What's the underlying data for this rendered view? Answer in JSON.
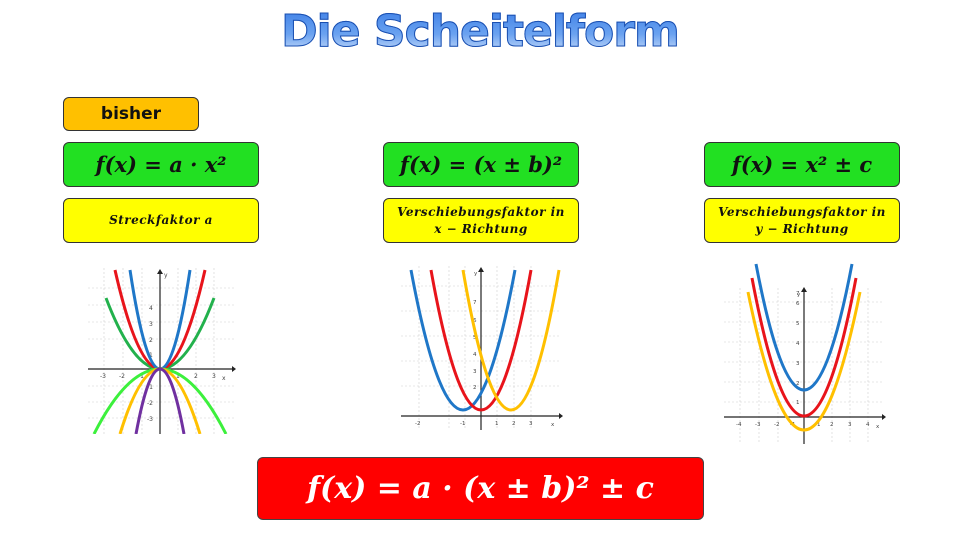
{
  "title": "Die Scheitelform",
  "bisher_label": "bisher",
  "formulas": {
    "stretch": "f(x) = a · x²",
    "shift_x": "f(x) =  (x ± b)²",
    "shift_y": "f(x) =  x² ± c",
    "general": "f(x) = a · (x ± b)² ± c"
  },
  "descriptions": {
    "stretch": "Streckfaktor a",
    "shift_x_line1": "Verschiebungsfaktor in",
    "shift_x_line2": "x − Richtung",
    "shift_y_line1": "Verschiebungsfaktor in",
    "shift_y_line2": "y − Richtung"
  },
  "graphs": {
    "stretch": {
      "x_ticks": [
        "-3",
        "-2",
        "-1",
        "1",
        "2",
        "3"
      ],
      "y_ticks": [
        "4",
        "3",
        "2",
        "1",
        "-1",
        "-2",
        "-3"
      ],
      "x_label": "x",
      "y_label": "y"
    },
    "shift_x": {
      "x_ticks": [
        "-2",
        "-1",
        "1",
        "2",
        "3"
      ],
      "y_ticks": [
        "2",
        "3",
        "4",
        "5",
        "6",
        "7"
      ],
      "x_label": "x",
      "y_label": "y"
    },
    "shift_y": {
      "x_ticks": [
        "-4",
        "-3",
        "-2",
        "-1",
        "1",
        "2",
        "3",
        "4"
      ],
      "y_ticks": [
        "1",
        "2",
        "3",
        "4",
        "5",
        "6",
        "7"
      ],
      "x_label": "x",
      "y_label": "y"
    }
  },
  "colors": {
    "blue": "#1f77c8",
    "red": "#e8141b",
    "green": "#22b14c",
    "lime": "#3cf03c",
    "orange": "#ffc000",
    "purple": "#7030a0"
  }
}
